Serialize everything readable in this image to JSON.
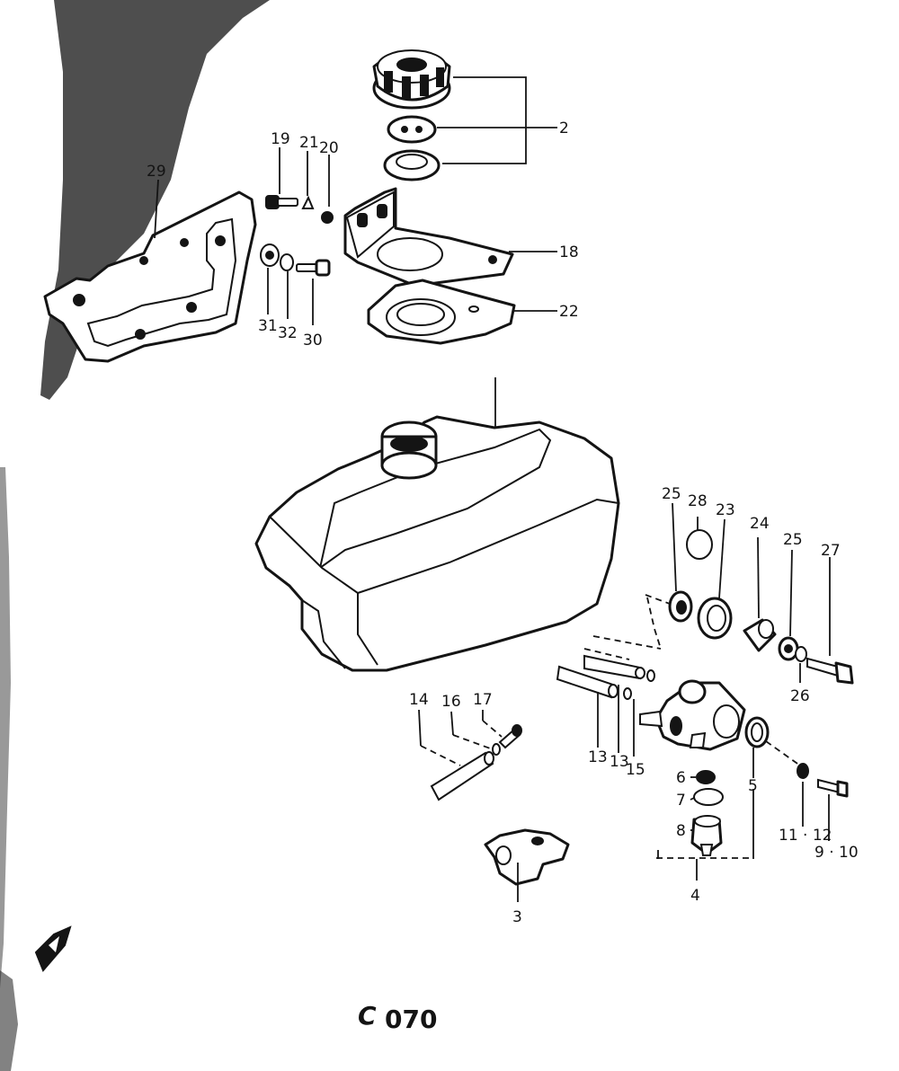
{
  "diagram_code": "070",
  "code_prefix": "C",
  "callouts": {
    "c2": "2",
    "c18": "18",
    "c22": "22",
    "c19": "19",
    "c21": "21",
    "c20": "20",
    "c29": "29",
    "c31": "31",
    "c32": "32",
    "c30": "30",
    "c25a": "25",
    "c28": "28",
    "c23": "23",
    "c24": "24",
    "c25b": "25",
    "c27": "27",
    "c26": "26",
    "c14": "14",
    "c16": "16",
    "c17": "17",
    "c13a": "13",
    "c13b": "13",
    "c15": "15",
    "c6": "6",
    "c7": "7",
    "c8": "8",
    "c5": "5",
    "c4": "4",
    "c1112": "11 · 12",
    "c910": "9 · 10",
    "c3": "3"
  },
  "colors": {
    "ink": "#141414",
    "paper": "#ffffff"
  },
  "icons": {
    "corner_mark": "arrow-marker-icon"
  }
}
